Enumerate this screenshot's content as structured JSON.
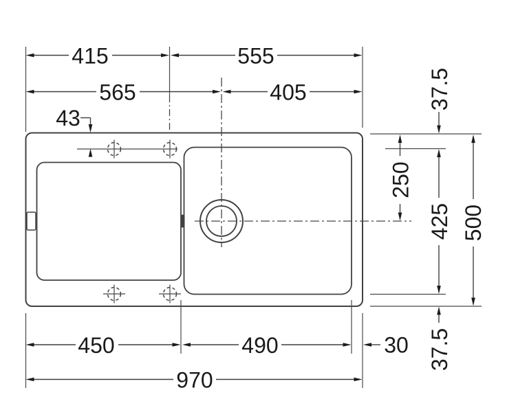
{
  "drawing": {
    "type": "sink-installation-dimension-drawing",
    "units": "mm",
    "colors": {
      "background": "#ffffff",
      "line": "#414141",
      "text": "#1a1a1a"
    },
    "dimensions": {
      "top_415": "415",
      "top_555": "555",
      "top_565": "565",
      "top_405": "405",
      "hole_offset_43": "43",
      "right_top_37_5": "37.5",
      "right_250": "250",
      "right_425": "425",
      "right_500": "500",
      "bottom_450": "450",
      "bottom_490": "490",
      "bottom_30": "30",
      "bottom_970": "970",
      "right_bottom_37_5": "37.5"
    }
  }
}
